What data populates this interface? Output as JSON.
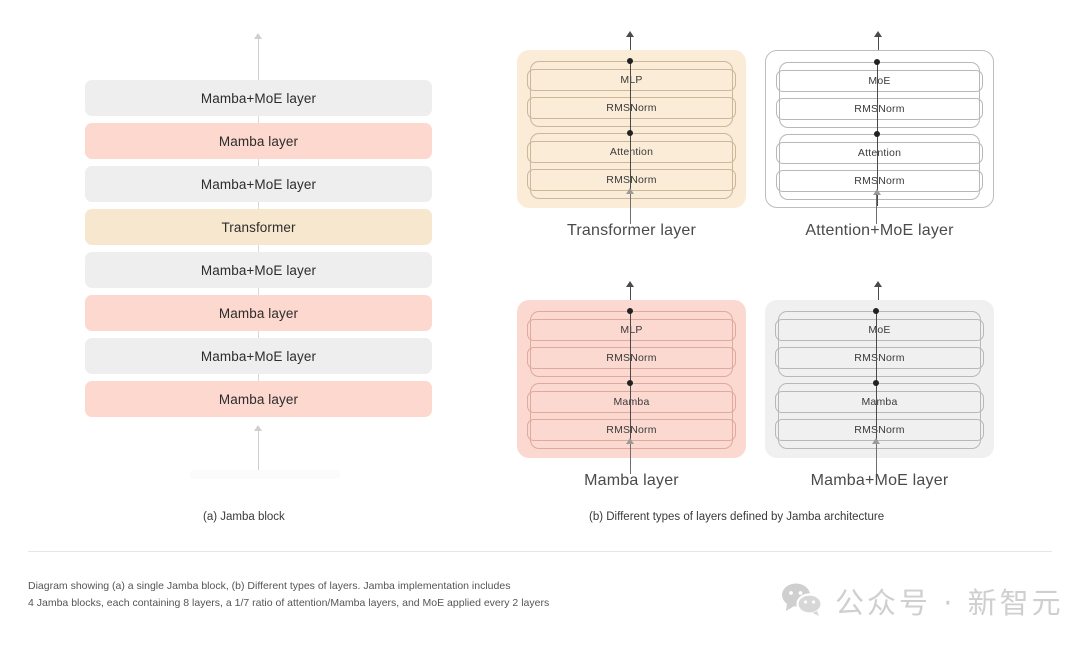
{
  "diagram": {
    "jamba_block": {
      "caption": "(a) Jamba block",
      "blocks": [
        {
          "label": "Mamba+MoE layer",
          "color": "#eeeeee",
          "kind": "gray"
        },
        {
          "label": "Mamba layer",
          "color": "#fcd8ce",
          "kind": "pink"
        },
        {
          "label": "Mamba+MoE layer",
          "color": "#eeeeee",
          "kind": "gray"
        },
        {
          "label": "Transformer",
          "color": "#f8e7cf",
          "kind": "cream"
        },
        {
          "label": "Mamba+MoE layer",
          "color": "#eeeeee",
          "kind": "gray"
        },
        {
          "label": "Mamba layer",
          "color": "#fcd8ce",
          "kind": "pink"
        },
        {
          "label": "Mamba+MoE layer",
          "color": "#eeeeee",
          "kind": "gray"
        },
        {
          "label": "Mamba layer",
          "color": "#fcd8ce",
          "kind": "pink"
        }
      ]
    },
    "layer_types": {
      "caption": "(b) Different types of layers defined by Jamba architecture",
      "panels": [
        {
          "label": "Transformer layer",
          "background": "#faecd7",
          "style": "fill-cream",
          "top_cells": [
            "MLP",
            "RMSNorm"
          ],
          "bottom_cells": [
            "Attention",
            "RMSNorm"
          ]
        },
        {
          "label": "Attention+MoE layer",
          "background": "#ffffff",
          "style": "outline",
          "top_cells": [
            "MoE",
            "RMSNorm"
          ],
          "bottom_cells": [
            "Attention",
            "RMSNorm"
          ]
        },
        {
          "label": "Mamba layer",
          "background": "#fbd9d1",
          "style": "fill-pink",
          "top_cells": [
            "MLP",
            "RMSNorm"
          ],
          "bottom_cells": [
            "Mamba",
            "RMSNorm"
          ]
        },
        {
          "label": "Mamba+MoE layer",
          "background": "#f0f0f0",
          "style": "fill-gray",
          "top_cells": [
            "MoE",
            "RMSNorm"
          ],
          "bottom_cells": [
            "Mamba",
            "RMSNorm"
          ]
        }
      ]
    }
  },
  "footnote": {
    "line1": "Diagram showing (a) a single Jamba block, (b) Different types of layers. Jamba implementation includes",
    "line2": "4 Jamba blocks, each containing 8 layers, a 1/7 ratio of attention/Mamba layers, and MoE applied every 2 layers"
  },
  "watermark": {
    "icon": "wechat-icon",
    "text": "公众号 · 新智元",
    "color": "#cfcfcf"
  }
}
